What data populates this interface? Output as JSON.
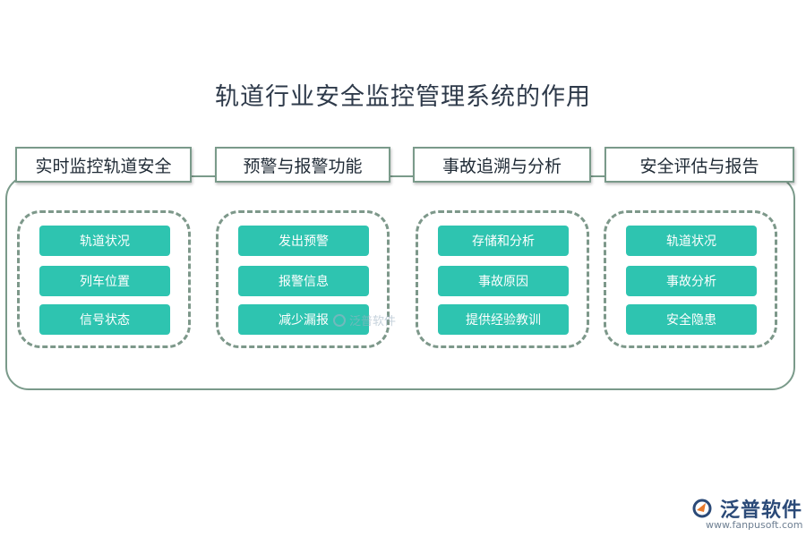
{
  "title": "轨道行业安全监控管理系统的作用",
  "sections": [
    {
      "header": "实时监控轨道安全",
      "items": [
        "轨道状况",
        "列车位置",
        "信号状态"
      ]
    },
    {
      "header": "预警与报警功能",
      "items": [
        "发出预警",
        "报警信息",
        "减少漏报"
      ]
    },
    {
      "header": "事故追溯与分析",
      "items": [
        "存储和分析",
        "事故原因",
        "提供经验教训"
      ]
    },
    {
      "header": "安全评估与报告",
      "items": [
        "轨道状况",
        "事故分析",
        "安全隐患"
      ]
    }
  ],
  "watermark": "泛普软件",
  "logo": {
    "name": "泛普软件",
    "url": "www.fanpusoft.com"
  },
  "colors": {
    "item_fill": "#2ec4b0",
    "frame": "#7a9a8a",
    "title": "#2e3a4a"
  }
}
